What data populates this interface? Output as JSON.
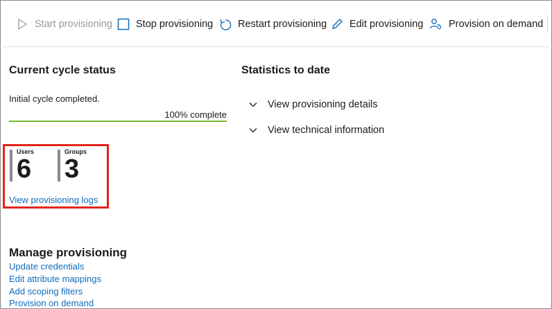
{
  "toolbar": {
    "start_label": "Start provisioning",
    "stop_label": "Stop provisioning",
    "restart_label": "Restart provisioning",
    "edit_label": "Edit provisioning",
    "on_demand_label": "Provision on demand"
  },
  "current_cycle": {
    "title": "Current cycle status",
    "status_text": "Initial cycle completed.",
    "progress_label": "100% complete",
    "progress_fraction": 1.0,
    "progress_color": "#7ab82d",
    "stats": [
      {
        "label": "Users",
        "value": "6"
      },
      {
        "label": "Groups",
        "value": "3"
      }
    ],
    "logs_link": "View provisioning logs",
    "highlight_color": "#e3241b"
  },
  "statistics": {
    "title": "Statistics to date",
    "items": [
      {
        "label": "View provisioning details",
        "icon": "chevron-down-icon"
      },
      {
        "label": "View technical information",
        "icon": "chevron-down-icon"
      }
    ]
  },
  "manage": {
    "title": "Manage provisioning",
    "links": [
      "Update credentials",
      "Edit attribute mappings",
      "Add scoping filters",
      "Provision on demand"
    ]
  },
  "colors": {
    "link": "#0f6cbd",
    "icon_accent": "#0f6cbd"
  }
}
